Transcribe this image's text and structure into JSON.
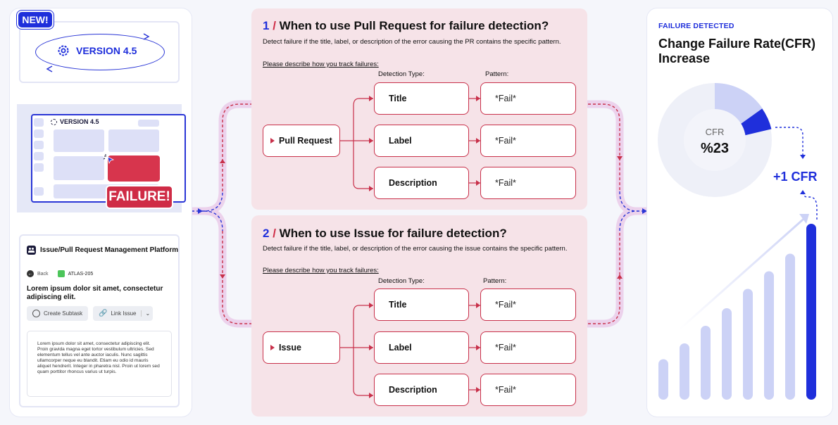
{
  "left": {
    "new_badge": "NEW!",
    "version_label": "VERSION 4.5",
    "screen_version_label": "VERSION 4.5",
    "failure_tag": "FAILURE!",
    "platform": {
      "title": "Issue/Pull Request Management Platform",
      "back_label": "Back",
      "ticket_id": "ATLAS-205",
      "heading": "Lorem ipsum dolor sit amet, consectetur adipiscing elit.",
      "create_subtask": "Create Subtask",
      "link_issue": "Link Issue",
      "body": "Lorem ipsum dolor sit amet, consectetur adipiscing elit. Proin gravida magna eget tortor vestibulum ultricies. Sed elementum tellus vel ante auctor iaculis. Nunc sagittis ullamcorper neque eu blandit. Etiam eu odio id mauris aliquet hendrerit. Integer in pharetra nisl. Proin ut lorem sed quam porttitor rhoncus varius ut turpis."
    }
  },
  "sections": [
    {
      "num": "1",
      "slash": "/",
      "title": "When to use Pull Request for failure detection?",
      "desc": "Detect failure if the title, label, or description of the error causing the PR contains the specific pattern.",
      "link": "Please describe how you track failures:",
      "detection_head": "Detection Type:",
      "pattern_head": "Pattern:",
      "root": "Pull Request",
      "rows": [
        {
          "type": "Title",
          "pattern": "*Fail*"
        },
        {
          "type": "Label",
          "pattern": "*Fail*"
        },
        {
          "type": "Description",
          "pattern": "*Fail*"
        }
      ]
    },
    {
      "num": "2",
      "slash": "/",
      "title": "When to use Issue for failure detection?",
      "desc": "Detect failure if the title, label, or description of the error causing the issue contains the specific pattern.",
      "link": "Please describe how you track failures:",
      "detection_head": "Detection Type:",
      "pattern_head": "Pattern:",
      "root": "Issue",
      "rows": [
        {
          "type": "Title",
          "pattern": "*Fail*"
        },
        {
          "type": "Label",
          "pattern": "*Fail*"
        },
        {
          "type": "Description",
          "pattern": "*Fail*"
        }
      ]
    }
  ],
  "right": {
    "label": "FAILURE DETECTED",
    "title": "Change Failure Rate(CFR) Increase",
    "donut_label": "CFR",
    "donut_value": "%23",
    "increment": "+1 CFR"
  },
  "chart_data": {
    "type": "bar",
    "values": [
      23,
      32,
      42,
      52,
      63,
      73,
      83,
      100
    ],
    "highlight_index": 7
  },
  "colors": {
    "accent": "#1f2fdb",
    "failure": "#cf2c46",
    "section_bg": "#f6e3e8",
    "bar_light": "#ccd2f6"
  }
}
